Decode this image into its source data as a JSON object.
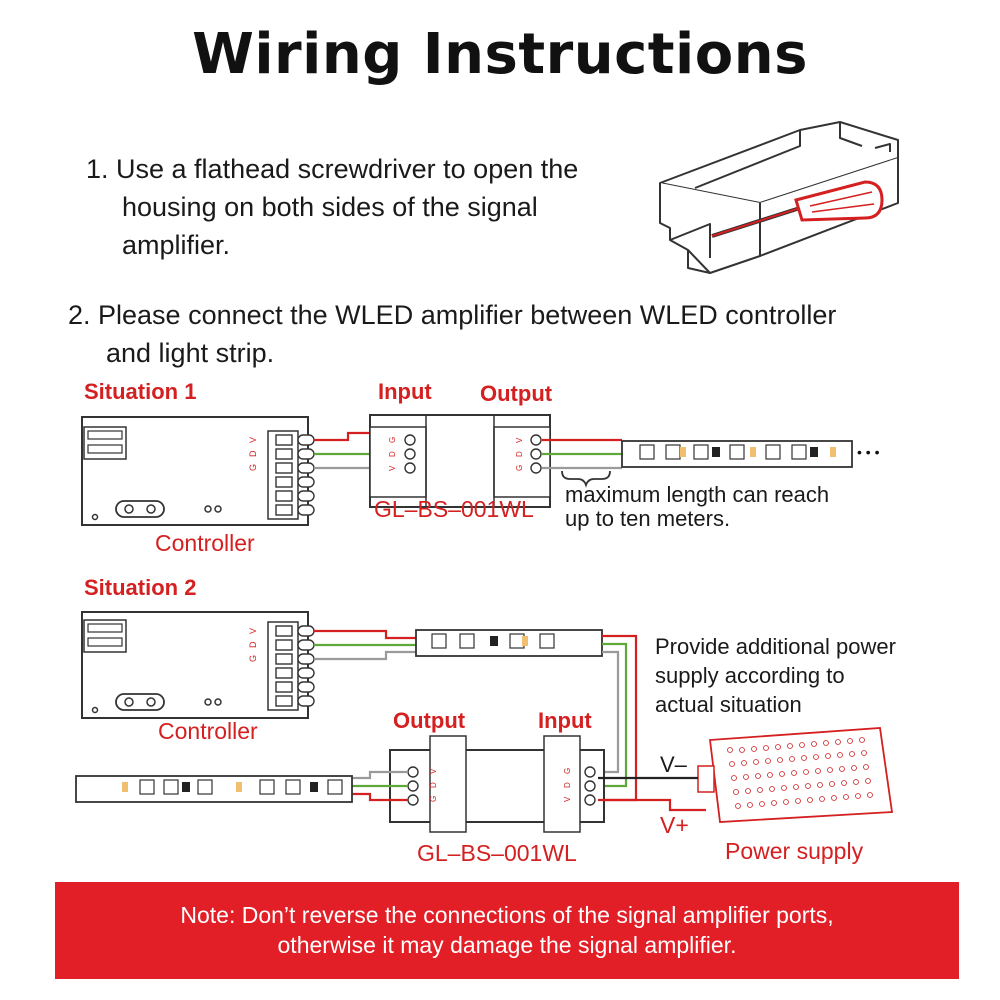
{
  "title": "Wiring Instructions",
  "step1": {
    "line1": "1. Use a flathead screwdriver to open the",
    "line2": "housing on both sides of the signal",
    "line3": "amplifier."
  },
  "step2": {
    "line1": "2. Please connect the WLED amplifier between WLED controller",
    "line2": "and light strip."
  },
  "situation1": {
    "heading": "Situation 1",
    "input_label": "Input",
    "output_label": "Output",
    "controller_label": "Controller",
    "model_label": "GL–BS–001WL",
    "length_note_line1": "maximum length can reach",
    "length_note_line2": "up to ten meters.",
    "pin_labels": [
      "G",
      "D",
      "V"
    ],
    "ellipsis": "• • •"
  },
  "situation2": {
    "heading": "Situation 2",
    "output_label": "Output",
    "input_label": "Input",
    "controller_label": "Controller",
    "model_label": "GL–BS–001WL",
    "power_note_line1": "Provide additional power",
    "power_note_line2": "supply according to",
    "power_note_line3": "actual situation",
    "v_minus": "V–",
    "v_plus": "V+",
    "power_supply_label": "Power supply"
  },
  "note": {
    "line1": "Note: Don’t reverse the connections of the signal amplifier ports,",
    "line2": "otherwise it may damage the signal amplifier."
  },
  "colors": {
    "accent_red": "#e21e26",
    "wire_red": "#d42020",
    "wire_green": "#5fa83a",
    "wire_gray": "#9a9a9a",
    "outline": "#333333"
  }
}
